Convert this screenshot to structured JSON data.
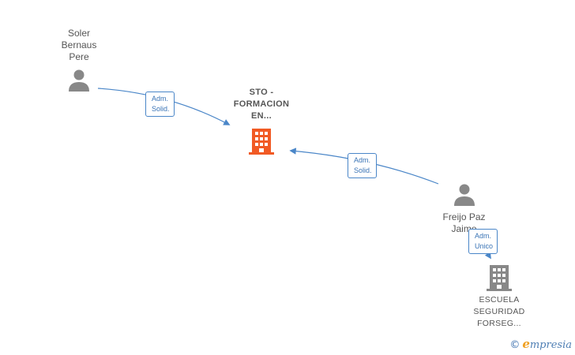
{
  "nodes": {
    "person_soler": {
      "name_lines": [
        "Soler",
        "Bernaus",
        "Pere"
      ],
      "icon": "person-icon"
    },
    "company_sto": {
      "name_lines": [
        "STO -",
        "FORMACION",
        "EN..."
      ],
      "icon": "building-icon",
      "color": "#f15a24"
    },
    "person_freijo": {
      "name_lines": [
        "Freijo Paz",
        "Jaime"
      ],
      "icon": "person-icon"
    },
    "company_escuela": {
      "name_lines": [
        "ESCUELA",
        "SEGURIDAD",
        "FORSEG..."
      ],
      "icon": "building-icon",
      "color": "#888888"
    }
  },
  "edges": [
    {
      "from": "person_soler",
      "to": "company_sto",
      "label_lines": [
        "Adm.",
        "Solid."
      ]
    },
    {
      "from": "person_freijo",
      "to": "company_sto",
      "label_lines": [
        "Adm.",
        "Solid."
      ]
    },
    {
      "from": "person_freijo",
      "to": "company_escuela",
      "label_lines": [
        "Adm.",
        "Unico"
      ]
    }
  ],
  "colors": {
    "edge": "#4a86c8",
    "person_icon": "#888888",
    "text": "#555555"
  },
  "watermark": {
    "symbol": "©",
    "brand_initial": "e",
    "brand_rest": "mpresia"
  }
}
